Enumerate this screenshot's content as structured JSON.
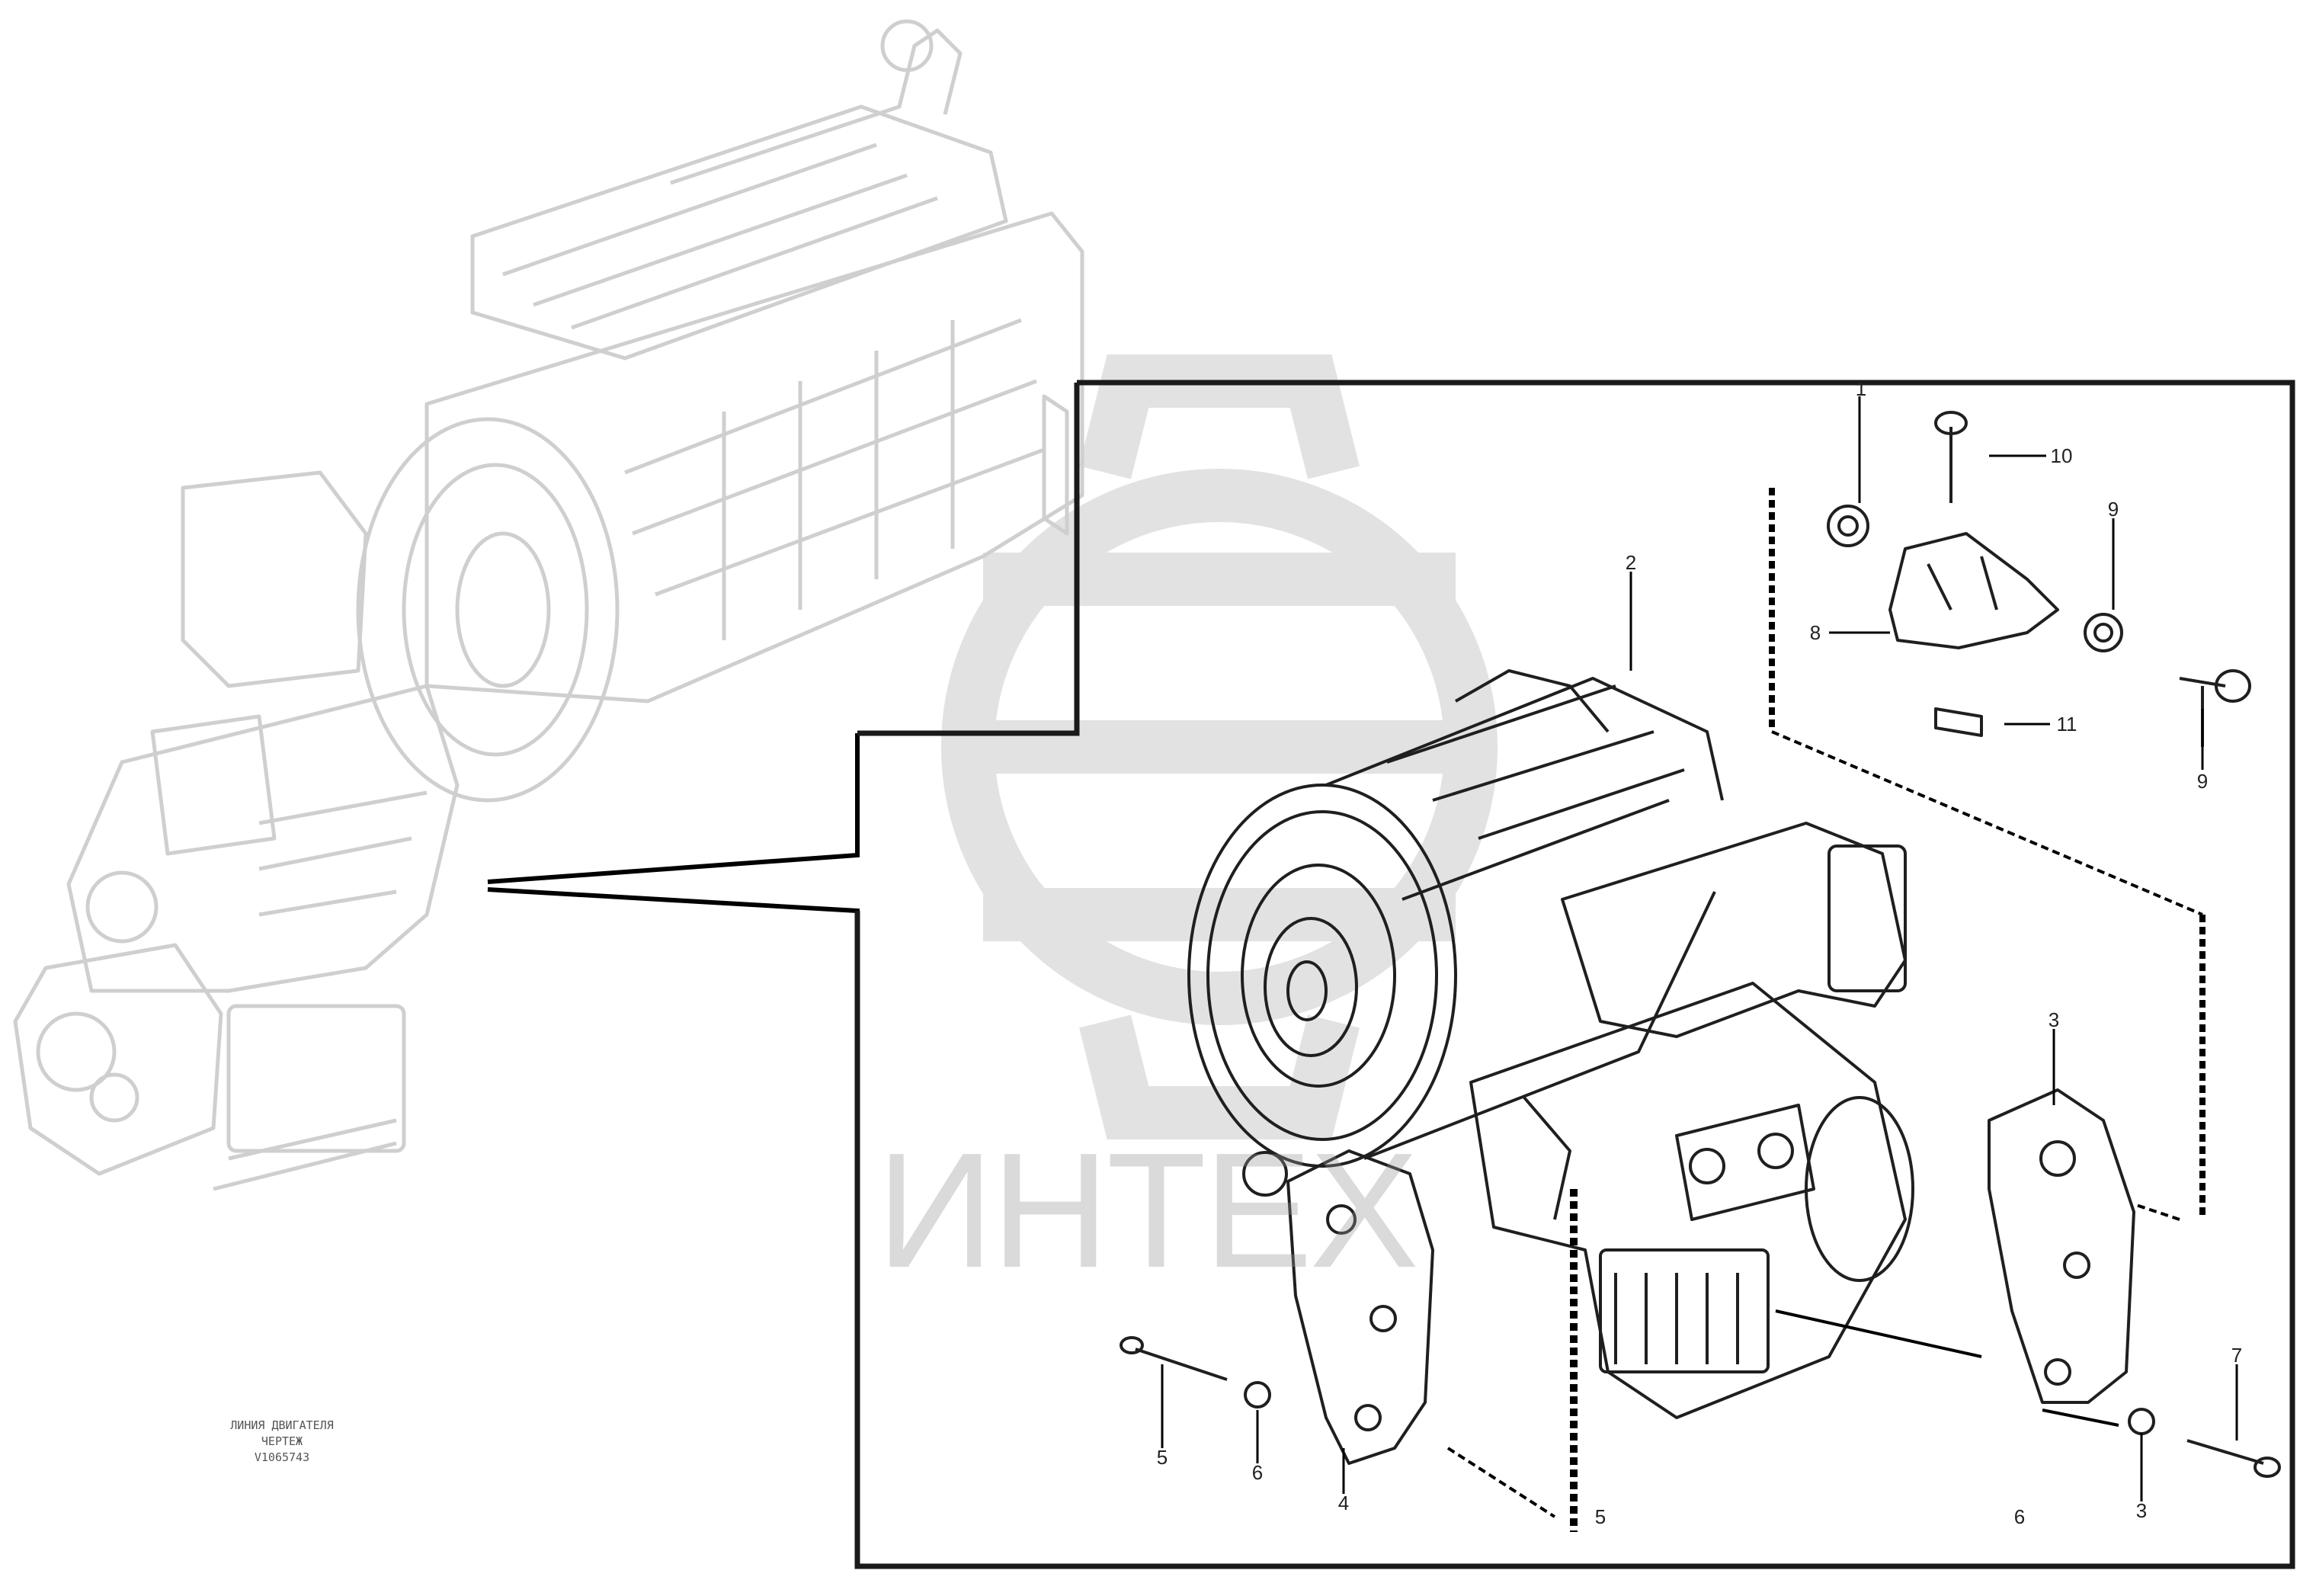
{
  "watermark": {
    "text": "ИНТЕХ",
    "color": "#b4b4b4"
  },
  "drawing_code": {
    "line1": "ЛИНИЯ ДВИГАТЕЛЯ",
    "line2": "ЧЕРТЕЖ",
    "code": "V1065743"
  },
  "callouts": [
    "1",
    "10",
    "9",
    "8",
    "9",
    "5",
    "6",
    "11",
    "2",
    "3",
    "5",
    "6",
    "4",
    "7",
    "3"
  ],
  "colors": {
    "line": "#000000",
    "faded": "#cfcfcf",
    "frame": "#1a1a1a"
  }
}
